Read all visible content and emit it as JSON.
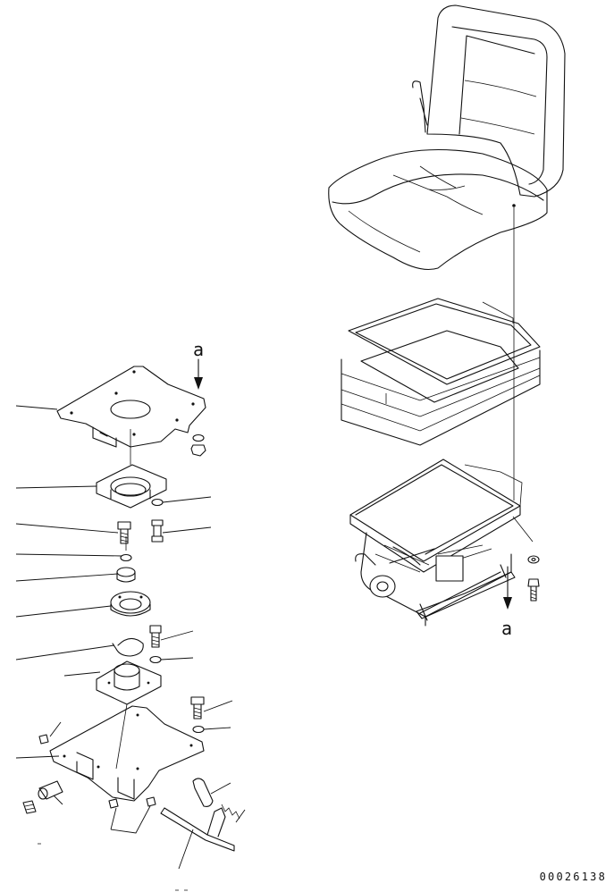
{
  "view_markers": {
    "upper": "a",
    "lower": "a"
  },
  "drawing_number": "00026138",
  "colors": {
    "ink": "#111111",
    "paper": "#ffffff"
  }
}
